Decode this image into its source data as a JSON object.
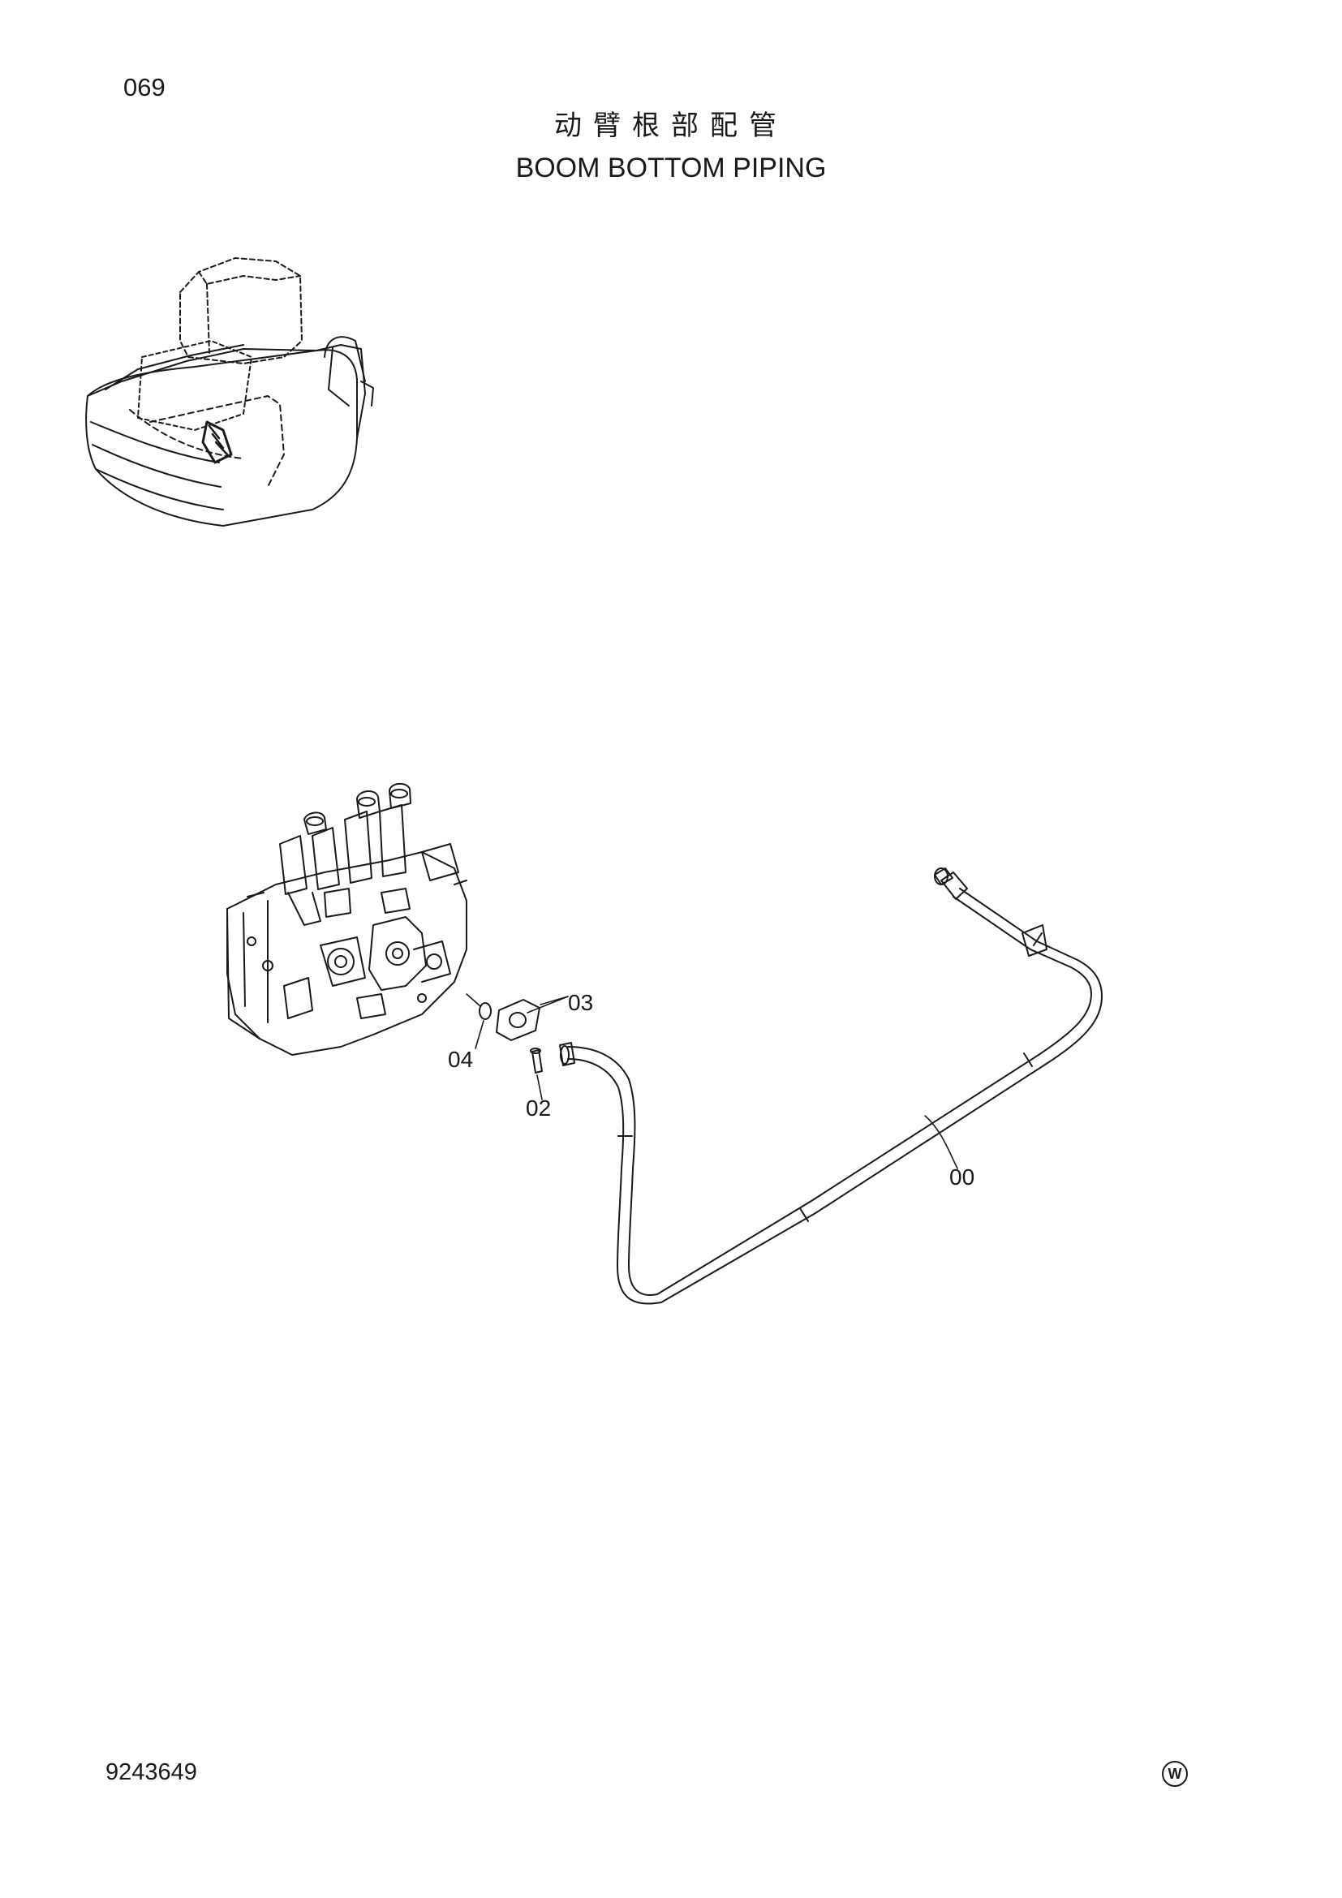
{
  "header": {
    "page_number": "069",
    "title_cn": "动臂根部配管",
    "title_en": "BOOM BOTTOM PIPING"
  },
  "footer": {
    "document_number": "9243649",
    "mark": "W"
  },
  "callouts": [
    {
      "id": "03",
      "label": "03"
    },
    {
      "id": "04",
      "label": "04"
    },
    {
      "id": "02",
      "label": "02"
    },
    {
      "id": "00",
      "label": "00"
    }
  ]
}
